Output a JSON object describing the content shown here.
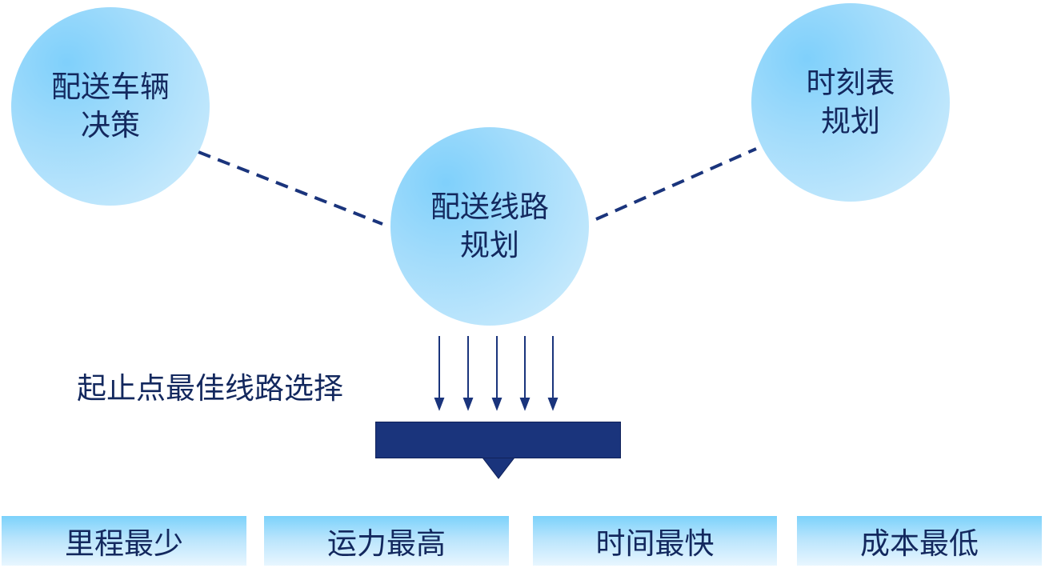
{
  "nodes": {
    "vehicle": {
      "line1": "配送车辆",
      "line2": "决策"
    },
    "route": {
      "line1": "配送线路",
      "line2": "规划"
    },
    "timetable": {
      "line1": "时刻表",
      "line2": "规划"
    }
  },
  "selection_label": "起止点最佳线路选择",
  "goals": [
    "里程最少",
    "运力最高",
    "时间最快",
    "成本最低"
  ],
  "colors": {
    "text": "#13285e",
    "dash": "#1a347c",
    "bar": "#1a347c",
    "circle_light": "#d3eefd",
    "circle_dark": "#7fd0fb"
  }
}
